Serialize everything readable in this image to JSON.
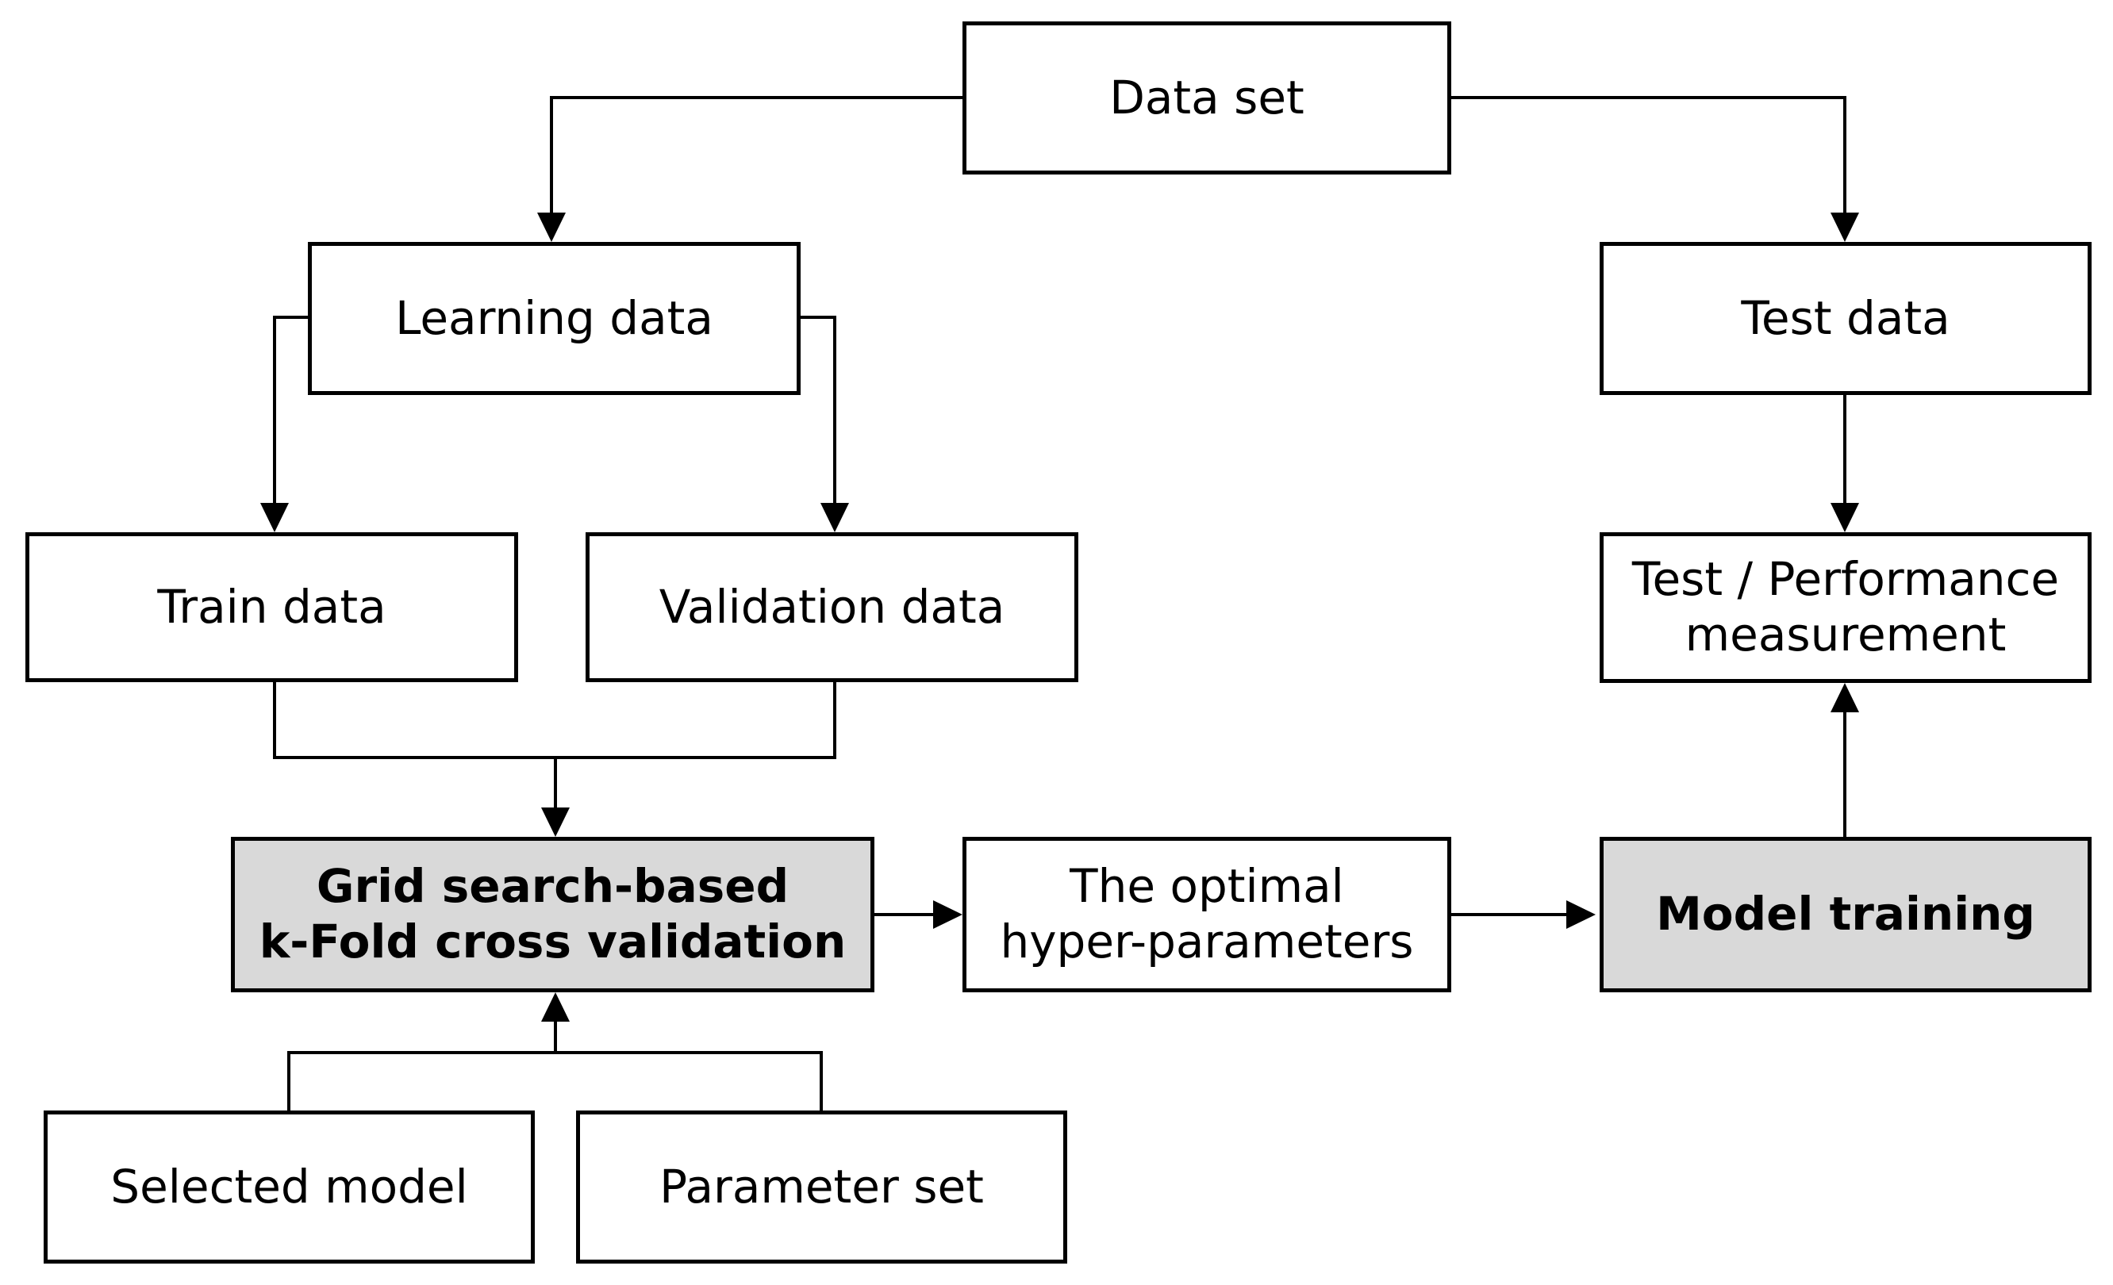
{
  "colors": {
    "stroke": "#000000",
    "box_fill": "#ffffff",
    "highlight_fill": "#d9d9d9",
    "text": "#000000"
  },
  "nodes": {
    "data_set": {
      "lines": [
        "Data set"
      ]
    },
    "learning_data": {
      "lines": [
        "Learning data"
      ]
    },
    "test_data": {
      "lines": [
        "Test data"
      ]
    },
    "train_data": {
      "lines": [
        "Train data"
      ]
    },
    "validation_data": {
      "lines": [
        "Validation data"
      ]
    },
    "test_performance": {
      "lines": [
        "Test / Performance",
        "measurement"
      ]
    },
    "grid_search": {
      "lines": [
        "Grid search-based",
        "k-Fold cross validation"
      ]
    },
    "optimal_hyperparameters": {
      "lines": [
        "The optimal",
        "hyper-parameters"
      ]
    },
    "model_training": {
      "lines": [
        "Model training"
      ]
    },
    "selected_model": {
      "lines": [
        "Selected model"
      ]
    },
    "parameter_set": {
      "lines": [
        "Parameter set"
      ]
    }
  }
}
